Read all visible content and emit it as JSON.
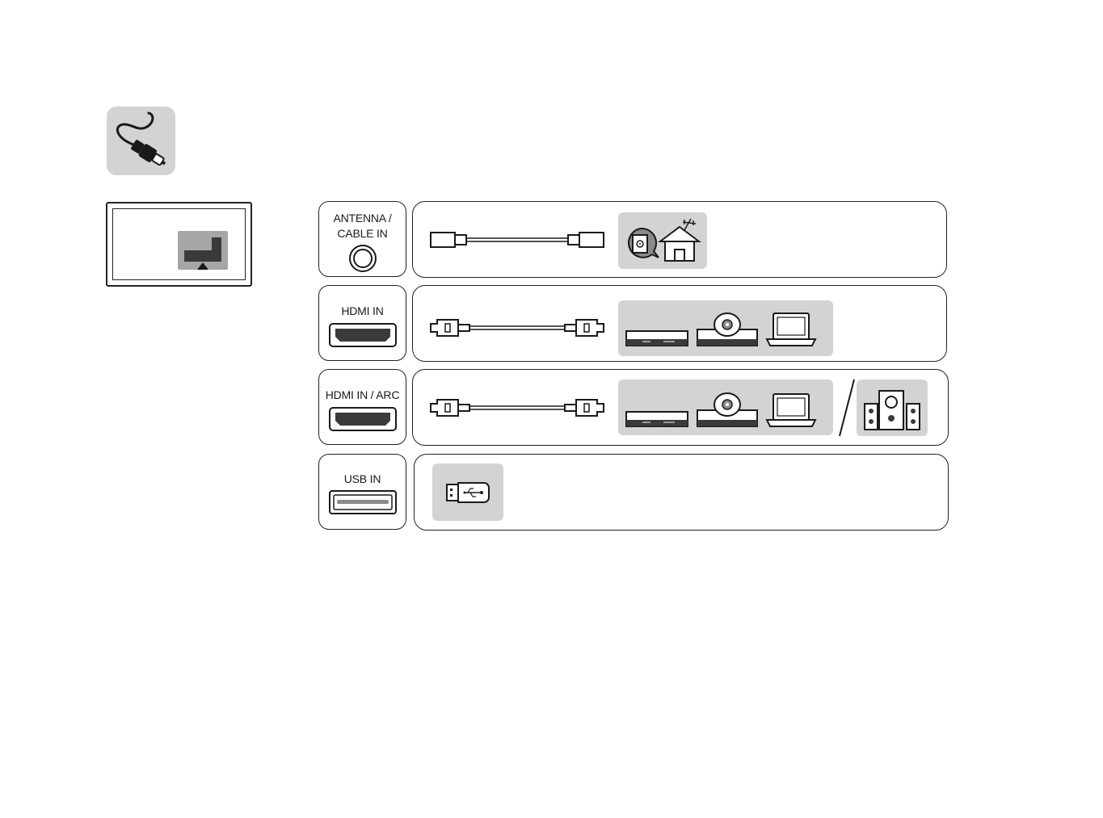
{
  "header": {
    "icon": "cable-icon"
  },
  "tv": {
    "icon": "tv-back-panel-icon"
  },
  "ports": [
    {
      "label_line1": "ANTENNA /",
      "label_line2": "CABLE IN",
      "connector_icon": "coax-jack-icon",
      "cable_icon": "coax-cable-icon",
      "devices": [
        "wall-outlet-icon",
        "house-antenna-icon"
      ]
    },
    {
      "label": "HDMI IN",
      "connector_icon": "hdmi-port-icon",
      "cable_icon": "hdmi-cable-icon",
      "devices": [
        "set-top-box-icon",
        "dvd-player-icon",
        "laptop-icon"
      ]
    },
    {
      "label": "HDMI IN / ARC",
      "connector_icon": "hdmi-port-icon",
      "cable_icon": "hdmi-cable-icon",
      "devices": [
        "set-top-box-icon",
        "dvd-player-icon",
        "laptop-icon",
        "speaker-system-icon"
      ]
    },
    {
      "label": "USB IN",
      "connector_icon": "usb-port-icon",
      "devices": [
        "usb-drive-icon"
      ]
    }
  ],
  "colors": {
    "panel_gray": "#d3d3d3",
    "dark_gray": "#3a3a3a",
    "line": "#222222"
  }
}
